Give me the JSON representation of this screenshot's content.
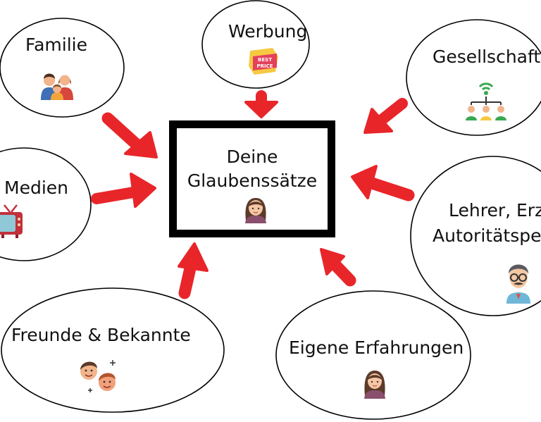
{
  "center": {
    "line1": "Deine",
    "line2": "Glaubenssätze",
    "icon": "woman-avatar-icon"
  },
  "nodes": {
    "familie": {
      "label": "Familie",
      "icon": "family-icon"
    },
    "werbung": {
      "label": "Werbung",
      "icon": "best-price-badge-icon",
      "badge_line1": "BEST",
      "badge_line2": "PRICE"
    },
    "gesellschaft": {
      "label": "Gesellschaft",
      "icon": "network-people-icon"
    },
    "medien": {
      "label": "Medien",
      "icon": "tv-icon"
    },
    "lehrer": {
      "line1": "Lehrer, Erz",
      "line2": "Autoritätspe",
      "icon": "teacher-avatar-icon"
    },
    "freunde": {
      "label": "Freunde & Bekannte",
      "icon": "friends-icon"
    },
    "erfahrungen": {
      "label": "Eigene Erfahrungen",
      "icon": "woman-avatar-icon"
    }
  },
  "colors": {
    "arrow": "#e8262a",
    "border": "#000000",
    "text": "#111111"
  }
}
